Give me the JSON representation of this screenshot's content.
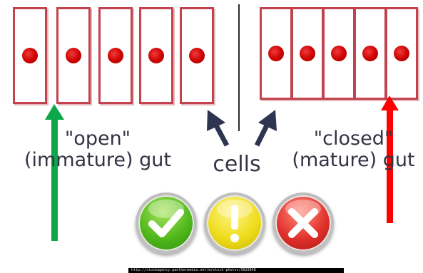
{
  "labels": {
    "open_line1": "\"open\"",
    "open_line2": "(immature) gut",
    "cells": "cells",
    "closed_line1": "\"closed\"",
    "closed_line2": "(mature) gut"
  },
  "colors": {
    "cell_border": "#c2424e",
    "nucleus": "#cc0000",
    "green_arrow": "#0aa84a",
    "red_arrow": "#ff0000",
    "pointer_arrows": "#2d3550"
  },
  "icons": {
    "check": "check-icon",
    "warning": "exclamation-icon",
    "cross": "cross-icon"
  },
  "watermark_url": "http://stockagency.panthermedia.net/m/stock-photos/9929848"
}
